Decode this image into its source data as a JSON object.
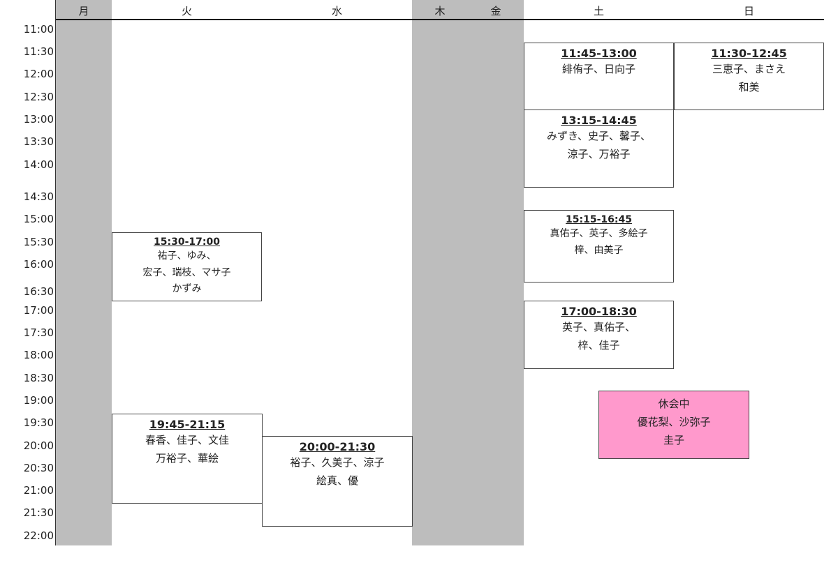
{
  "days": {
    "mon": "月",
    "tue": "火",
    "wed": "水",
    "thu": "木",
    "fri": "金",
    "sat": "土",
    "sun": "日"
  },
  "times": [
    "11:00",
    "11:30",
    "12:00",
    "12:30",
    "13:00",
    "13:30",
    "14:00",
    "14:30",
    "15:00",
    "15:30",
    "16:00",
    "16:30",
    "17:00",
    "17:30",
    "18:00",
    "18:30",
    "19:00",
    "19:30",
    "20:00",
    "20:30",
    "21:00",
    "21:30",
    "22:00"
  ],
  "slots": {
    "sat1": {
      "time": "11:45-13:00",
      "members": [
        "緋侑子、日向子"
      ]
    },
    "sun1": {
      "time": "11:30-12:45",
      "members": [
        "三恵子、まさえ",
        "和美"
      ]
    },
    "sat2": {
      "time": "13:15-14:45",
      "members": [
        "みずき、史子、馨子、",
        "涼子、万裕子"
      ]
    },
    "sat3": {
      "time": "15:15-16:45",
      "members": [
        "真佑子、英子、多絵子",
        "梓、由美子"
      ]
    },
    "tue1": {
      "time": "15:30-17:00",
      "members": [
        "祐子、ゆみ、",
        "宏子、瑞枝、マサ子",
        "かずみ"
      ]
    },
    "sat4": {
      "time": "17:00-18:30",
      "members": [
        "英子、真佑子、",
        "梓、佳子"
      ]
    },
    "rest": {
      "label": "休会中",
      "members": [
        "優花梨、沙弥子",
        "圭子"
      ],
      "color": "#ff99cc"
    },
    "tue2": {
      "time": "19:45-21:15",
      "members": [
        "春香、佳子、文佳",
        "万裕子、華絵"
      ]
    },
    "wed1": {
      "time": "20:00-21:30",
      "members": [
        "裕子、久美子、涼子",
        "絵真、優"
      ]
    }
  }
}
